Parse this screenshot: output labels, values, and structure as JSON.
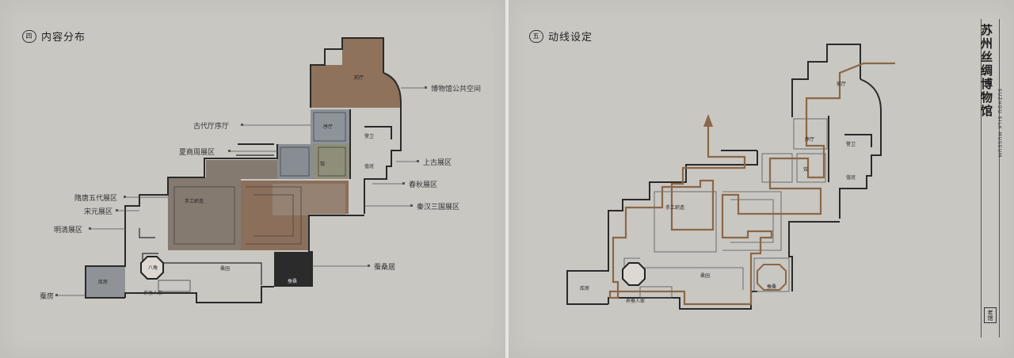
{
  "left_panel": {
    "section_number": "四",
    "section_title": "内容分布",
    "callouts": {
      "public_space": "博物馆公共空间",
      "ancient_hall": "古代厅序厅",
      "xia_shang_zhou": "夏商周展区",
      "prehistoric": "上古展区",
      "spring_autumn": "春秋展区",
      "qin_han": "秦汉三国展区",
      "sui_tang": "隋唐五代展区",
      "song_yuan": "宋元展区",
      "ming_qing": "明清展区",
      "silkworm_house": "蚕桑居",
      "silk_room": "蚕房"
    },
    "rooms": {
      "lobby": "前厅",
      "prelude": "序厅",
      "guard": "警卫",
      "duty": "值班",
      "handcraft": "手工织造",
      "mulberry_garden": "桑园",
      "rear_entrance": "养蚕人家",
      "archive": "馆",
      "silkhouse": "蚕桑",
      "gallery": "馆",
      "storage": "库房"
    }
  },
  "right_panel": {
    "section_number": "五",
    "section_title": "动线设定",
    "rooms": {
      "lobby": "前厅",
      "prelude": "序厅",
      "guard": "警卫",
      "duty": "值班",
      "handcraft": "手工织造",
      "mulberry_garden": "桑园",
      "rear_entrance": "养蚕人家",
      "archive": "馆",
      "storage": "库房",
      "silkhouse": "蚕桑"
    }
  },
  "brand": {
    "title_cn": "苏州丝绸博物馆",
    "subtitle_en": "SUZHOU SILK MUSEUM",
    "seal": "老馆"
  },
  "colors": {
    "brown": "#8a6d55",
    "gray_blue": "#8e969b",
    "taupe": "#867a70",
    "wall": "#2a2a2a",
    "path": "#8a6746"
  }
}
